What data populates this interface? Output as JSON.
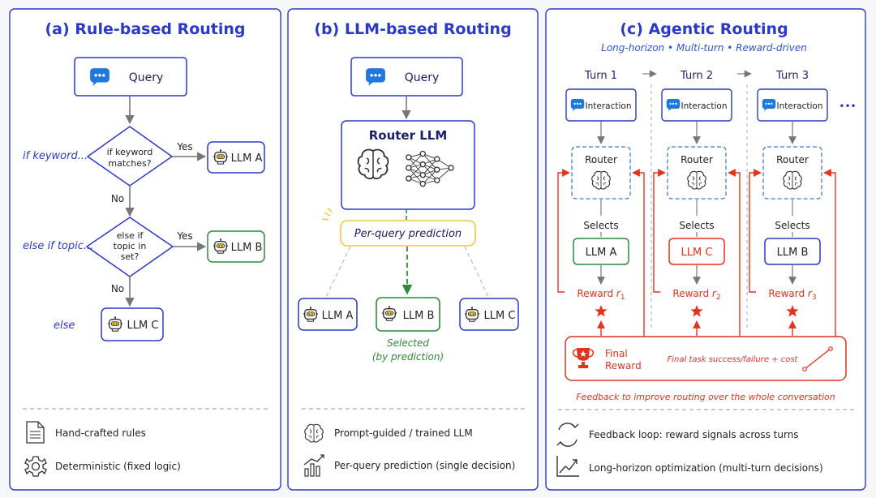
{
  "colors": {
    "blue": "#2b39c9",
    "blue_light": "#3d7bd9",
    "green": "#2e8b3a",
    "red": "#e3321d",
    "gray": "#8c8c8c",
    "bubble": "#1f78e0"
  },
  "panel_a": {
    "title": "(a) Rule-based Routing",
    "query": "Query",
    "cond1_line1": "if keyword",
    "cond1_line2": "matches?",
    "cond1_side": "if keyword...",
    "cond2_line1": "else if",
    "cond2_line2": "topic in",
    "cond2_line3": "set?",
    "cond2_side": "else if topic...",
    "else_side": "else",
    "yes1": "Yes",
    "yes2": "Yes",
    "no1": "No",
    "no2": "No",
    "llm_a": "LLM A",
    "llm_b": "LLM B",
    "llm_c": "LLM C",
    "legend1": "Hand-crafted rules",
    "legend2": "Deterministic (fixed logic)",
    "legend1_icon": "document-icon",
    "legend2_icon": "gear-icon"
  },
  "panel_b": {
    "title": "(b) LLM-based Routing",
    "query": "Query",
    "router": "Router LLM",
    "prediction": "Per-query prediction",
    "llm_a": "LLM A",
    "llm_b": "LLM B",
    "llm_c": "LLM C",
    "selected1": "Selected",
    "selected2": "(by prediction)",
    "legend1": "Prompt-guided / trained LLM",
    "legend2": "Per-query prediction (single decision)",
    "legend1_icon": "brain-icon",
    "legend2_icon": "chart-icon"
  },
  "panel_c": {
    "title": "(c) Agentic Routing",
    "subtitle": "Long-horizon • Multi-turn • Reward-driven",
    "turns": [
      {
        "label": "Turn 1",
        "interaction": "Interaction",
        "router": "Router",
        "selects": "Selects",
        "llm": "LLM A",
        "reward": "Reward",
        "sub": "1",
        "llm_color": "green"
      },
      {
        "label": "Turn 2",
        "interaction": "Interaction",
        "router": "Router",
        "selects": "Selects",
        "llm": "LLM C",
        "reward": "Reward",
        "sub": "2",
        "llm_color": "red"
      },
      {
        "label": "Turn 3",
        "interaction": "Interaction",
        "router": "Router",
        "selects": "Selects",
        "llm": "LLM B",
        "reward": "Reward",
        "sub": "3",
        "llm_color": "blue"
      }
    ],
    "ellipsis": "•••",
    "final1": "Final",
    "final2": "Reward",
    "final_desc": "Final task success/failure + cost",
    "feedback": "Feedback to improve routing over the whole conversation",
    "legend1": "Feedback loop: reward signals across turns",
    "legend2": "Long-horizon optimization (multi-turn decisions)",
    "legend1_icon": "refresh-icon",
    "legend2_icon": "trend-icon"
  }
}
